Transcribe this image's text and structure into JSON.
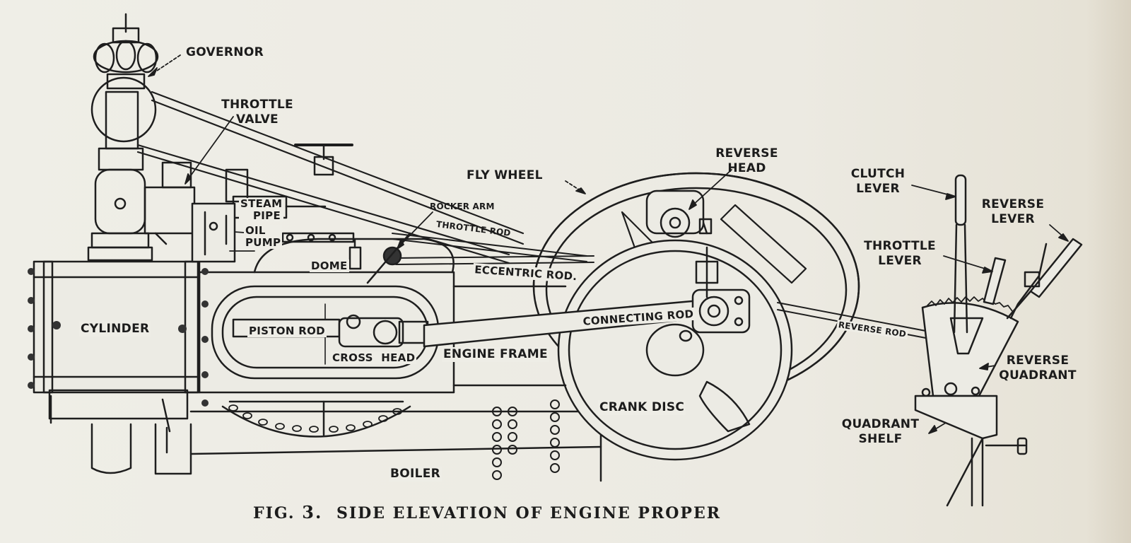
{
  "labels": {
    "governor": "GOVERNOR",
    "throttle_valve": [
      "THROTTLE",
      "VALVE"
    ],
    "steam_pipe": [
      "STEAM",
      "PIPE"
    ],
    "oil_pump": [
      "OIL",
      "PUMP"
    ],
    "rocker_arm": "ROCKER ARM",
    "throttle_rod": "THROTTLE ROD",
    "fly_wheel": "FLY WHEEL",
    "reverse_head": [
      "REVERSE",
      "HEAD"
    ],
    "clutch_lever": [
      "CLUTCH",
      "LEVER"
    ],
    "reverse_lever": [
      "REVERSE",
      "LEVER"
    ],
    "throttle_lever": [
      "THROTTLE",
      "LEVER"
    ],
    "dome": "DOME",
    "eccentric_rod": "ECCENTRIC ROD.",
    "cylinder": "CYLINDER",
    "piston_rod": "PISTON ROD",
    "cross_head": [
      "CROSS",
      "HEAD"
    ],
    "engine_frame": "ENGINE FRAME",
    "connecting_rod": "CONNECTING ROD",
    "reverse_rod": "REVERSE ROD",
    "reverse_quadrant": [
      "REVERSE",
      "QUADRANT"
    ],
    "crank_disc": "CRANK DISC",
    "quadrant_shelf": [
      "QUADRANT",
      "SHELF"
    ],
    "boiler": "BOILER"
  },
  "caption": {
    "prefix": "FIG.",
    "number": "3.",
    "text": "SIDE ELEVATION OF ENGINE PROPER"
  },
  "colors": {
    "paper": "#ecebe4",
    "ink": "#1c1c1c"
  }
}
